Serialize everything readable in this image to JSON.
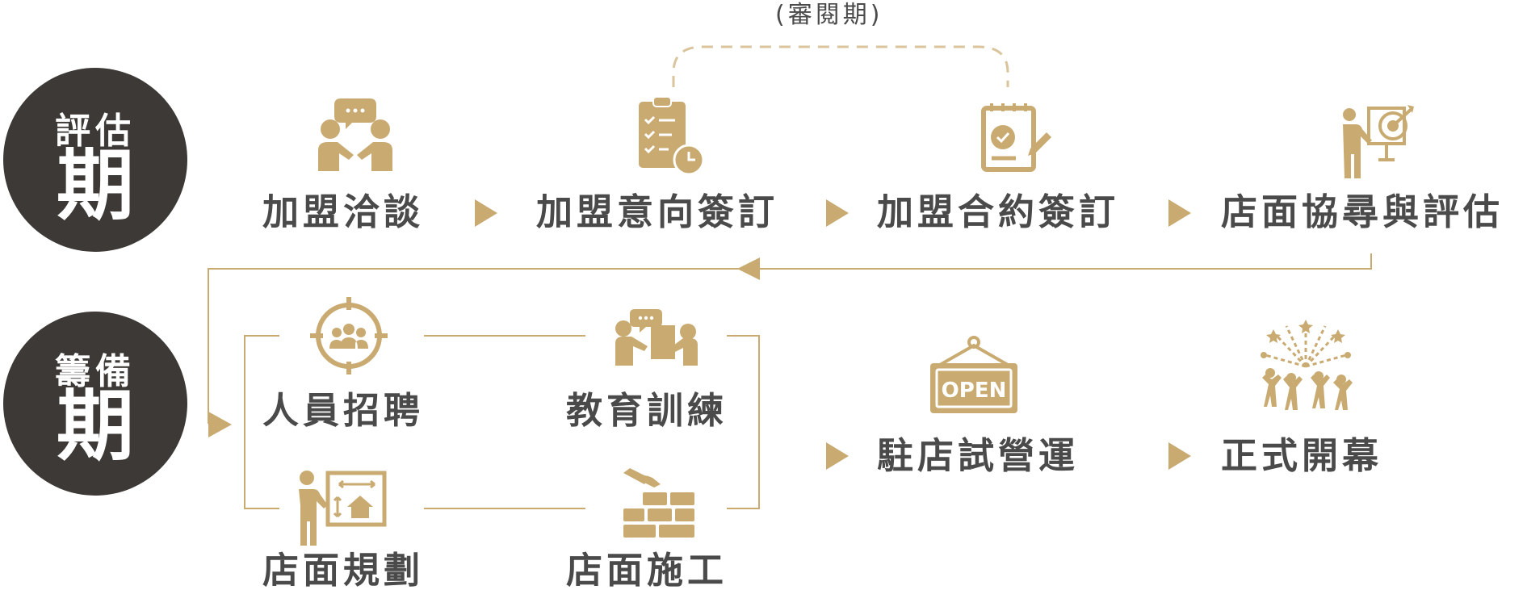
{
  "colors": {
    "gold": "#c9ab72",
    "dark": "#3d3936",
    "text": "#4a4a4a"
  },
  "review_label": "(審閱期)",
  "phases": {
    "evaluation": {
      "line1": "評估",
      "line2": "期"
    },
    "preparation": {
      "line1": "籌備",
      "line2": "期"
    }
  },
  "evaluation_steps": [
    {
      "label": "加盟洽談",
      "icon": "handshake-chat-icon"
    },
    {
      "label": "加盟意向簽訂",
      "icon": "clipboard-clock-icon"
    },
    {
      "label": "加盟合約簽訂",
      "icon": "contract-sign-icon"
    },
    {
      "label": "店面協尋與評估",
      "icon": "target-board-icon"
    }
  ],
  "preparation_steps": [
    {
      "label": "人員招聘",
      "icon": "recruit-target-icon"
    },
    {
      "label": "教育訓練",
      "icon": "training-icon"
    },
    {
      "label": "店面規劃",
      "icon": "floor-plan-icon"
    },
    {
      "label": "店面施工",
      "icon": "construction-bricks-icon"
    },
    {
      "label": "駐店試營運",
      "icon": "open-sign-icon"
    },
    {
      "label": "正式開幕",
      "icon": "fireworks-celebration-icon"
    }
  ]
}
